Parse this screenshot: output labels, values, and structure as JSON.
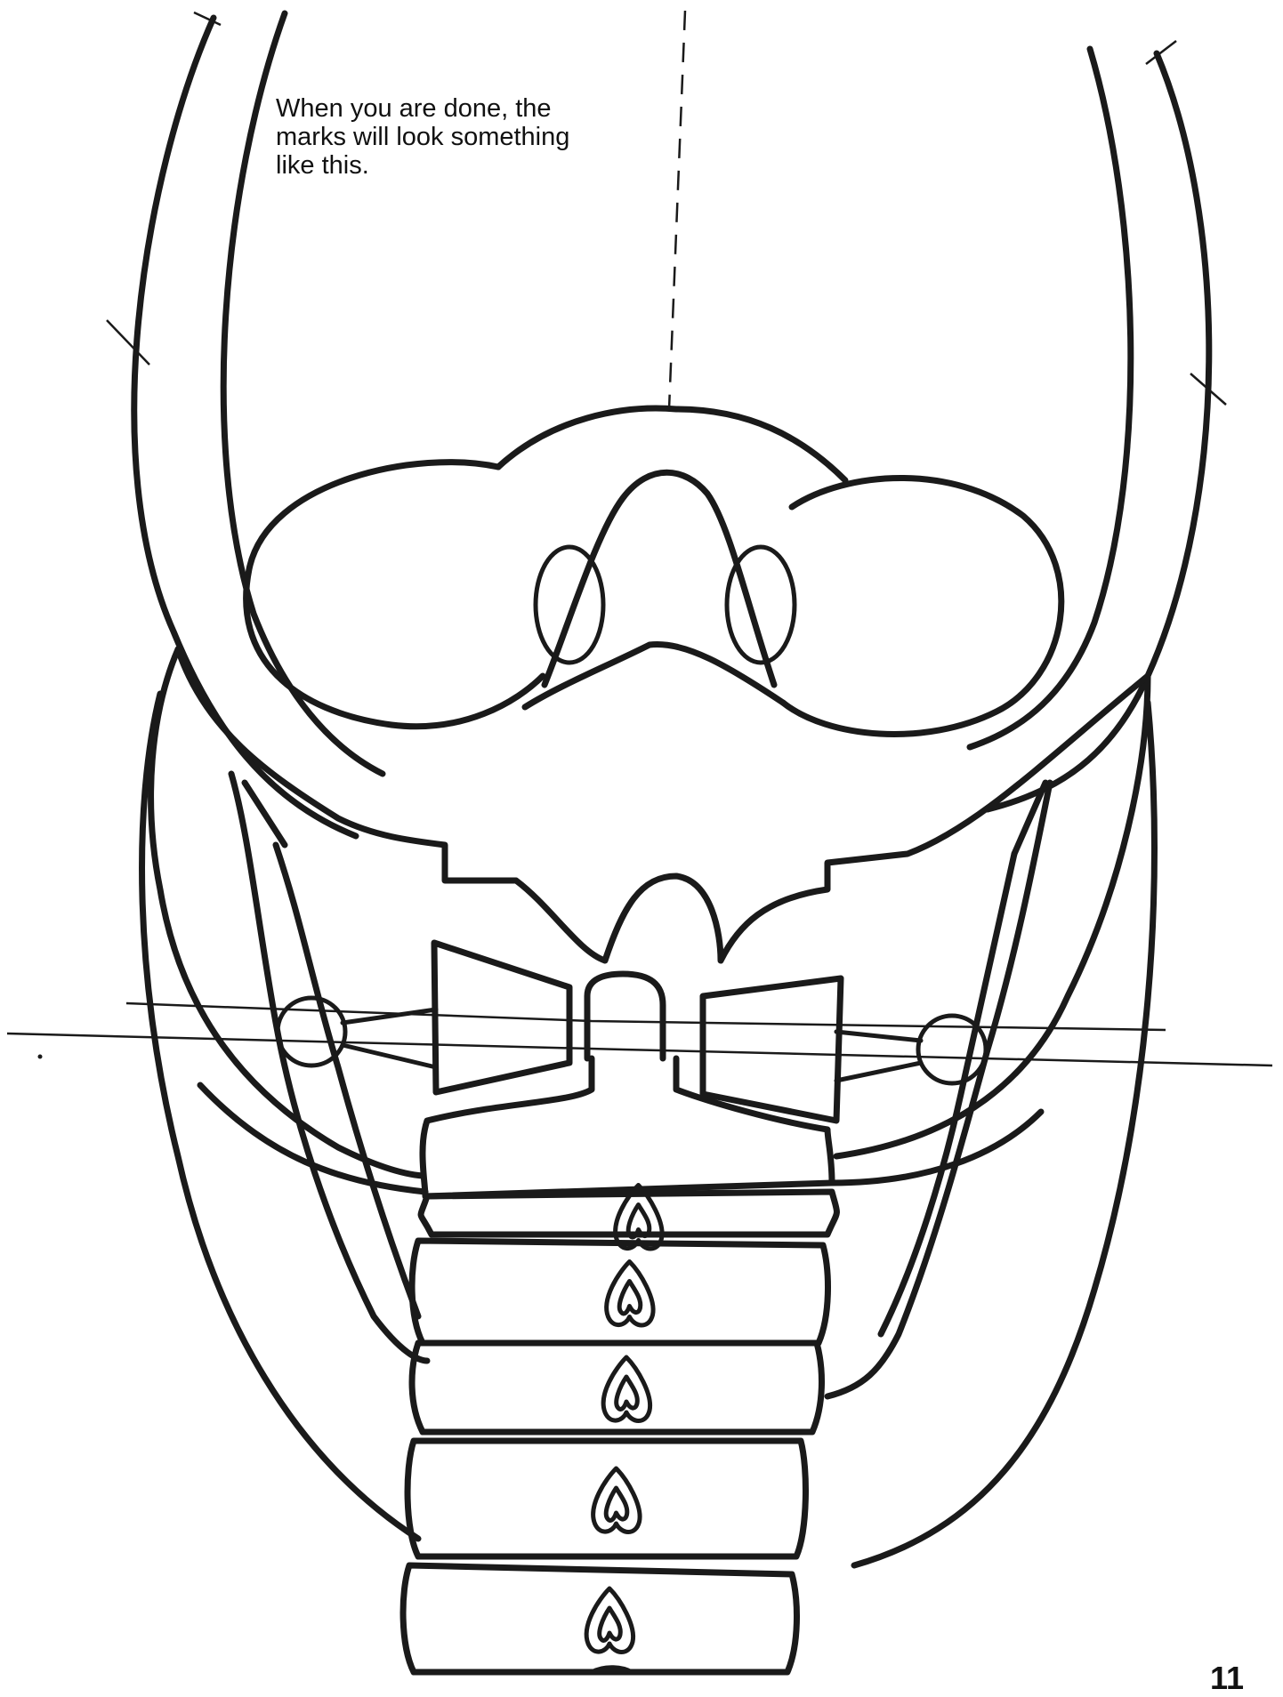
{
  "caption": {
    "lines": [
      "When you are done, the",
      "marks will look something",
      "like this."
    ]
  },
  "page_number": "11",
  "colors": {
    "ink": "#1a1a1a",
    "paper": "#ffffff"
  },
  "figure": {
    "subject": "laryngeal cartilages (front view) with hand-drawn marks",
    "trachea_ring_count": 5
  }
}
